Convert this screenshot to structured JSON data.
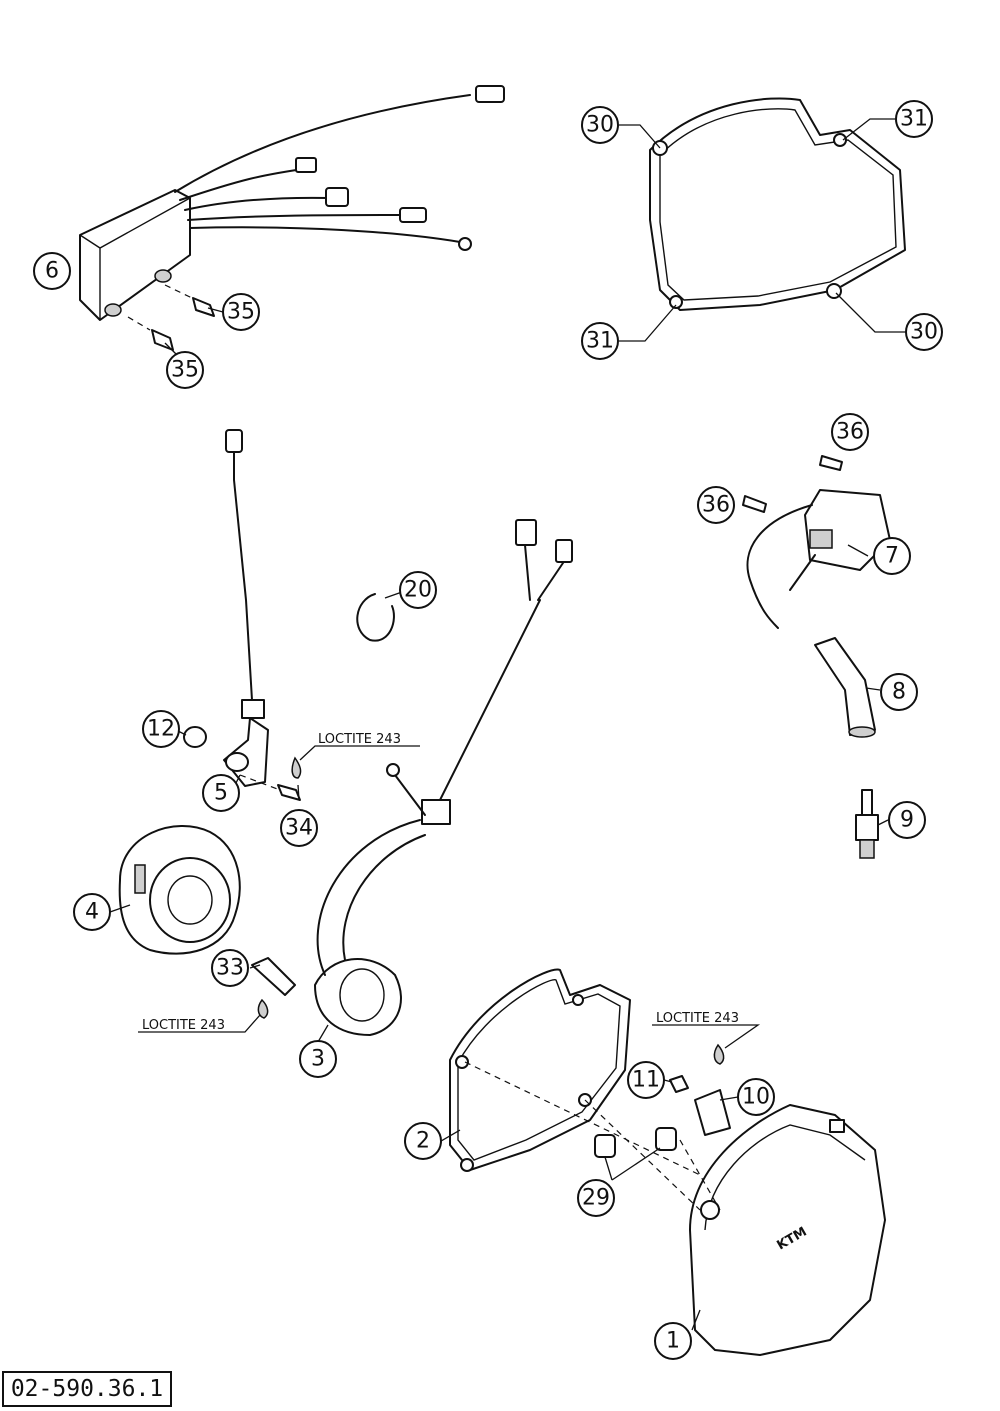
{
  "drawing_number": "02-590.36.1",
  "callouts": [
    {
      "id": "c6",
      "label": "6"
    },
    {
      "id": "c35a",
      "label": "35"
    },
    {
      "id": "c35b",
      "label": "35"
    },
    {
      "id": "c30a",
      "label": "30"
    },
    {
      "id": "c31a",
      "label": "31"
    },
    {
      "id": "c31b",
      "label": "31"
    },
    {
      "id": "c30b",
      "label": "30"
    },
    {
      "id": "c36a",
      "label": "36"
    },
    {
      "id": "c36b",
      "label": "36"
    },
    {
      "id": "c7",
      "label": "7"
    },
    {
      "id": "c20",
      "label": "20"
    },
    {
      "id": "c8",
      "label": "8"
    },
    {
      "id": "c12",
      "label": "12"
    },
    {
      "id": "c5",
      "label": "5"
    },
    {
      "id": "c34",
      "label": "34"
    },
    {
      "id": "c9",
      "label": "9"
    },
    {
      "id": "c4",
      "label": "4"
    },
    {
      "id": "c33",
      "label": "33"
    },
    {
      "id": "c3",
      "label": "3"
    },
    {
      "id": "c11",
      "label": "11"
    },
    {
      "id": "c10",
      "label": "10"
    },
    {
      "id": "c2",
      "label": "2"
    },
    {
      "id": "c29",
      "label": "29"
    },
    {
      "id": "c1",
      "label": "1"
    }
  ],
  "notes": {
    "loctite_a": "LOCTITE 243",
    "loctite_b": "LOCTITE 243",
    "loctite_c": "LOCTITE 243"
  },
  "cover_logo": "KTM"
}
